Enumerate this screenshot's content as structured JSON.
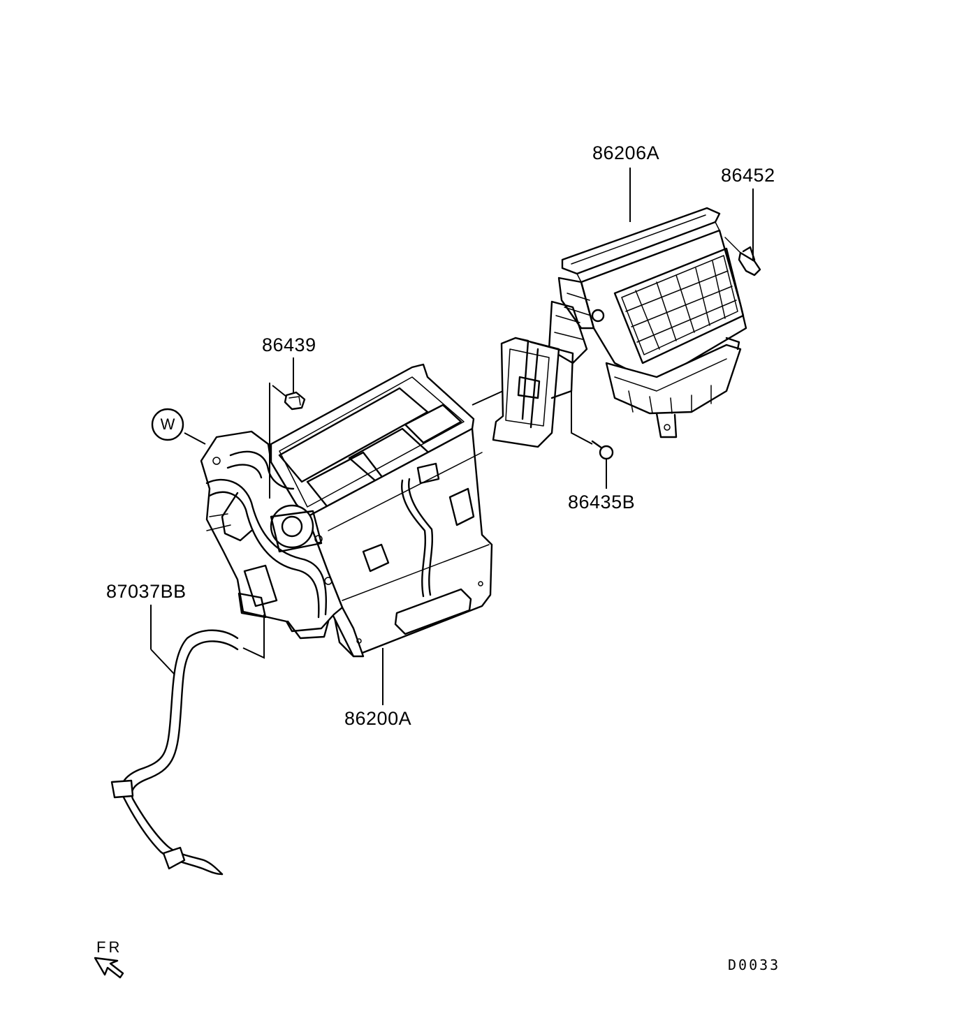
{
  "labels": {
    "unit_front_cover": "86206A",
    "bolt_top_right": "86452",
    "nut_center": "86439",
    "screw_center": "86435B",
    "hose_left": "87037BB",
    "heater_unit": "86200A",
    "callout_w": "W",
    "front_indicator": "FR",
    "diagram_code": "D0033"
  }
}
